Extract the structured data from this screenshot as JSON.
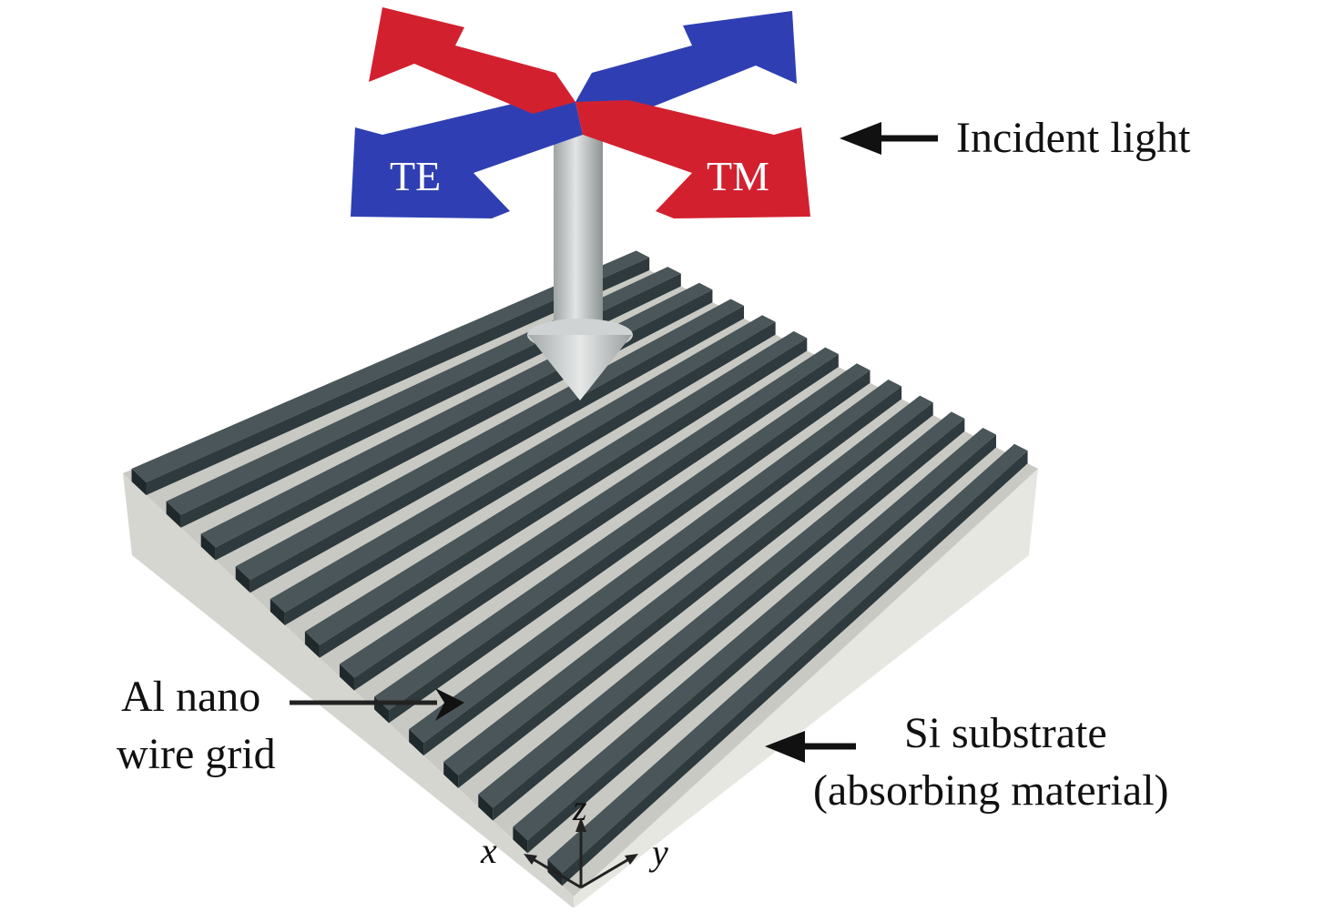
{
  "labels": {
    "te": "TE",
    "tm": "TM",
    "incident": "Incident light",
    "wire_grid_line1": "Al nano",
    "wire_grid_line2": "wire grid",
    "substrate_line1": "Si substrate",
    "substrate_line2": "(absorbing material)"
  },
  "axes": {
    "x": "x",
    "y": "y",
    "z": "z"
  },
  "grid": {
    "wire_count": 13
  },
  "colors": {
    "te": "#2f3fb3",
    "tm": "#d3202f",
    "wire": "#2e3a3d",
    "wire_top": "#4a5659",
    "substrate_top": "#c9c9c4",
    "substrate_left": "#d6d6d1",
    "substrate_right": "#e7e7e2",
    "incident_arrow": "#bfc3c3"
  },
  "icons": {
    "polarization": "polarization-cross-icon",
    "incident_arrow": "incident-arrow-icon",
    "pointer": "pointer-arrow-icon"
  }
}
